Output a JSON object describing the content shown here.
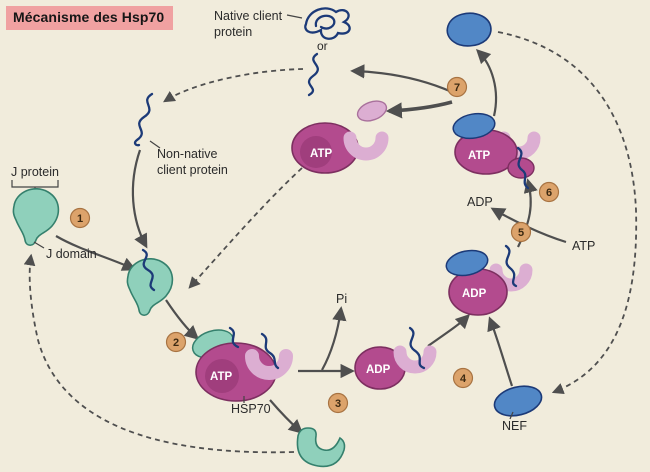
{
  "title": "Mécanisme des Hsp70",
  "labels": {
    "native_client_line1": "Native client",
    "native_client_line2": "protein",
    "or": "or",
    "non_native_line1": "Non-native",
    "non_native_line2": "client protein",
    "j_protein": "J protein",
    "j_domain": "J domain",
    "hsp70": "HSP70",
    "pi": "Pi",
    "adp_released": "ADP",
    "atp_incoming": "ATP",
    "nef": "NEF"
  },
  "nucleotide_states": {
    "hsp70_atp": "ATP",
    "open_atp": "ATP",
    "mid_adp": "ADP",
    "nef_adp": "ADP",
    "nef_atp": "ATP"
  },
  "steps": [
    "1",
    "2",
    "3",
    "4",
    "5",
    "6",
    "7"
  ],
  "colors": {
    "background": "#f1ecdc",
    "title_highlight": "#f0a1a1",
    "j_protein_teal": "#8fd0bb",
    "hsp70_magenta": "#b34b8e",
    "hsp70_magenta_dark": "#a03e7d",
    "sbd_light_pink": "#dcaed2",
    "nef_blue": "#5187c6",
    "client_navy": "#1c3a78",
    "step_badge": "#dca36b",
    "arrow_gray": "#4f4f4f"
  }
}
